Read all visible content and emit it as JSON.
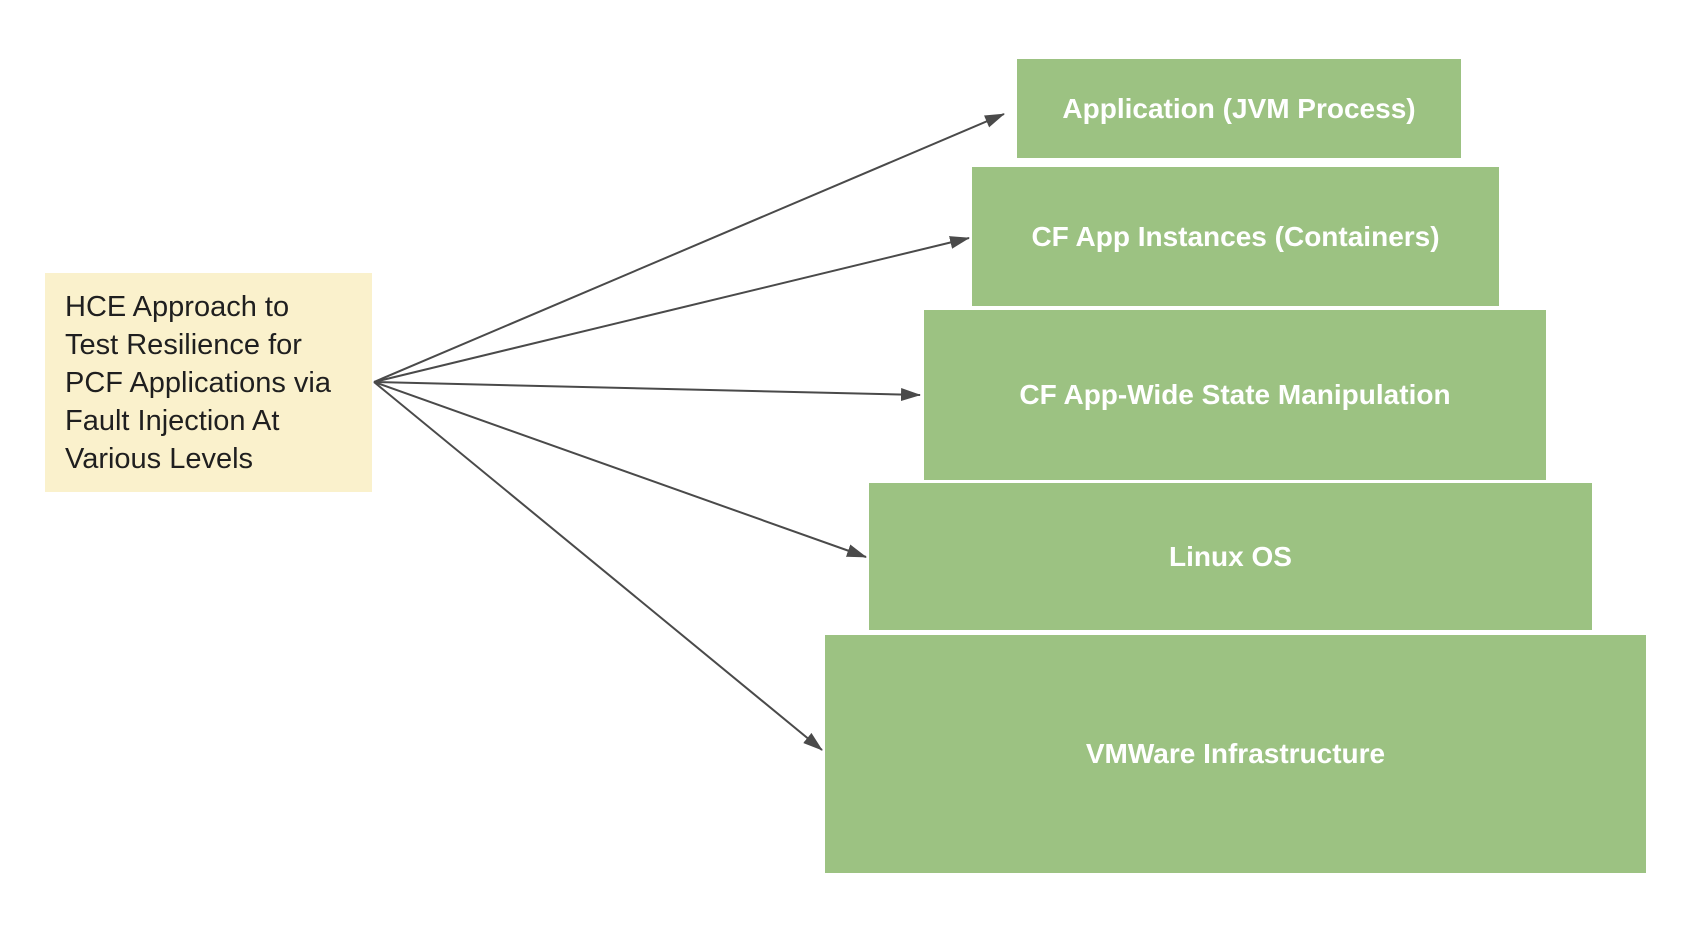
{
  "source": {
    "label": "HCE Approach to Test Resilience for PCF Applications via Fault Injection At Various Levels",
    "lines": [
      "HCE Approach to",
      "Test Resilience for",
      "PCF Applications via",
      "Fault Injection At",
      "Various Levels"
    ]
  },
  "levels": [
    {
      "label": "Application (JVM Process)"
    },
    {
      "label": "CF App Instances (Containers)"
    },
    {
      "label": "CF App-Wide State Manipulation"
    },
    {
      "label": "Linux OS"
    },
    {
      "label": "VMWare Infrastructure"
    }
  ],
  "colors": {
    "background": "#FFFFFF",
    "source_fill": "#FAF1CC",
    "source_text": "#1F1F1F",
    "level_fill": "#9CC282",
    "level_text": "#FFFFFF",
    "arrow": "#4A4A4A"
  }
}
